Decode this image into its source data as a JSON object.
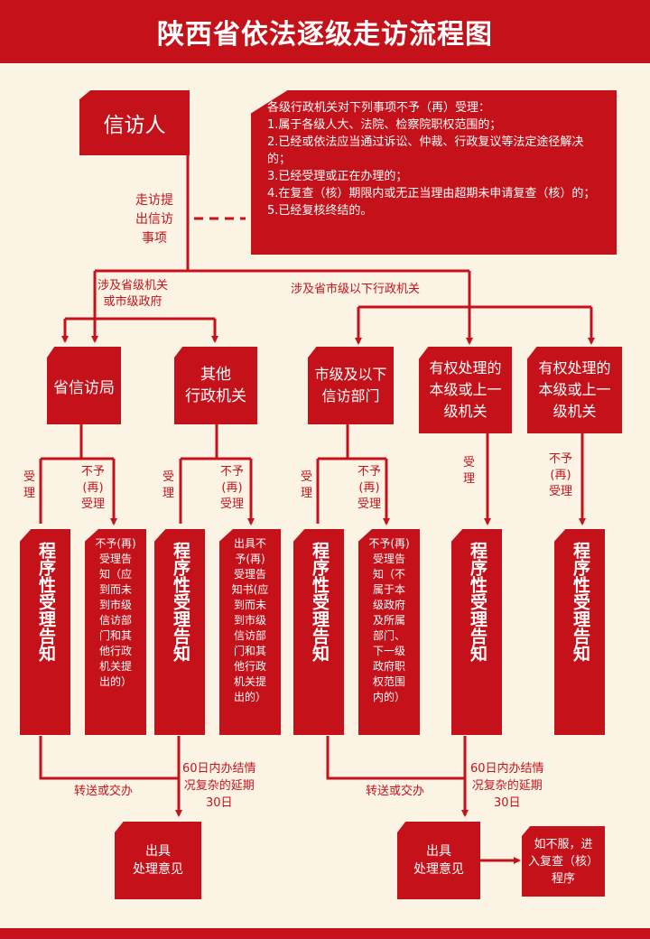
{
  "title": "陕西省依法逐级走访流程图",
  "colors": {
    "primary": "#c5121a",
    "shadow": "#7d0b0f",
    "background": "#fbf4e5",
    "line": "#c5121a"
  },
  "petitioner": "信访人",
  "submit_label": "走访提\n出信访\n事项",
  "notice": {
    "heading": "各级行政机关对下列事项不予（再）受理：",
    "items": [
      "1.属于各级人大、法院、检察院职权范围的；",
      "2.已经或依法应当通过诉讼、仲裁、行政复议等法定途径解决的；",
      "3.已经受理或正在办理的；",
      "4.在复查（核）期限内或无正当理由超期未申请复查（核）的；",
      "5.已经复核终结的。"
    ]
  },
  "branch_provincial": "涉及省级机关\n或市级政府",
  "branch_municipal": "涉及省市级以下行政机关",
  "agencies": {
    "provincial_petition": "省信访局",
    "other_admin": "其他\n行政机关",
    "city_petition": "市级及以下\n信访部门",
    "authorized_1": "有权处理的\n本级或上一\n级机关",
    "authorized_2": "有权处理的\n本级或上一\n级机关"
  },
  "accept": "受\n理",
  "reject": "不予\n(再)\n受理",
  "accept_notice": "程序性受理告知",
  "reject_notices": {
    "col1": "不予(再)\n受理告\n知（应\n到而未\n到市级\n信访部\n门和其\n他行政\n机关提\n出的）",
    "col2": "出具不\n予(再)\n受理告\n知书(应\n到而未\n到市级\n信访部\n门和其\n他行政\n机关提\n出的）",
    "col3": "不予(再)\n受理告\n知（不\n属于本\n级政府\n及所属\n部门、\n下一级\n政府职\n权范围\n内的）"
  },
  "forward": "转送或交办",
  "deadline": "60日内办结情\n况复杂的延期\n30日",
  "opinion": "出具\n处理意见",
  "review": "如不服，进\n入复查（核）\n程序"
}
